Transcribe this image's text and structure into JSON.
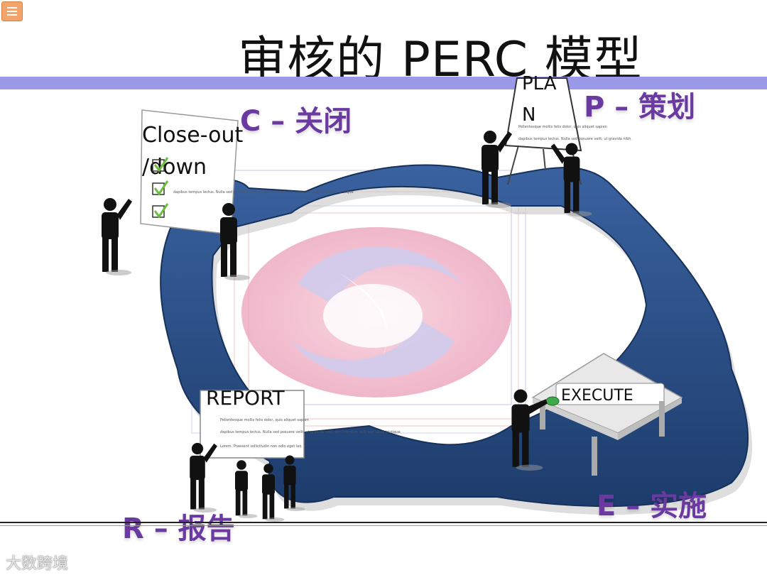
{
  "title": "审核的 PERC 模型",
  "stages": {
    "c": "C –  关闭",
    "p": "P – 策划",
    "e": "E – 实施",
    "r": "R – 报告"
  },
  "boards": {
    "closeout": "Close-out /down",
    "plan_line1": "PLA",
    "plan_line2": "N",
    "report": "REPORT",
    "execute": "EXECUTE"
  },
  "filler": {
    "plan_a": "Pellentesque mollis felis dolor, quis aliquet sapien",
    "plan_b": "dapibus tempus lectus. Nulla sed posuere velit, ut gravida nibh.",
    "report_a": "Pellentesque mollis felis dolor, quis aliquet sapien",
    "report_b": "dapibus tempus lectus. Nulla sed posuere velit, ut gravida nibh. am interdum velit sed lacus tristique",
    "report_c": "Lorem. Praesent sollicitudin non odio eget leo.",
    "close_a": "dapibus tempus lectus. Nulla sed posuere velit, ut gravida nibh. am interdum velit sed lacus tristique"
  },
  "watermark": "大数跨境",
  "colors": {
    "ring": "#24477a",
    "band": "#9a9ae8",
    "stage_text": "#6a3aa0"
  }
}
